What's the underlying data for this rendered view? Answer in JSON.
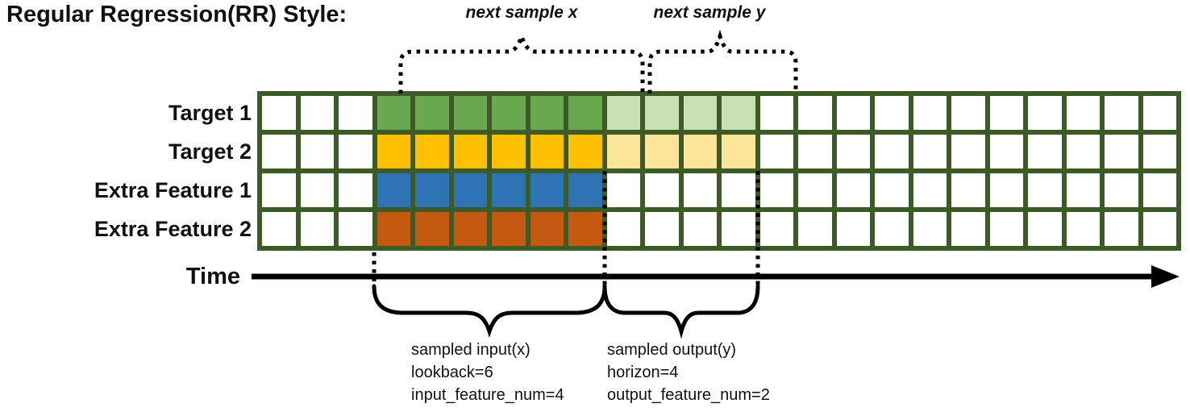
{
  "title": "Regular Regression(RR) Style:",
  "top_annotations": {
    "next_sample_x": "next sample x",
    "next_sample_y": "next sample y"
  },
  "time_axis": {
    "label": "Time"
  },
  "grid": {
    "columns": 24,
    "lead_empty_columns": 3,
    "input_columns": 6,
    "output_columns": 4,
    "border_color": "#3d5b26",
    "empty_cell_color": "#ffffff",
    "rows": [
      {
        "label": "Target 1",
        "type": "target",
        "input_color": "#6aa84f",
        "output_color": "#c8e0b4"
      },
      {
        "label": "Target 2",
        "type": "target",
        "input_color": "#ffc000",
        "output_color": "#ffe599"
      },
      {
        "label": "Extra Feature 1",
        "type": "extra",
        "input_color": "#2e74b5",
        "output_color": "#ffffff"
      },
      {
        "label": "Extra Feature 2",
        "type": "extra",
        "input_color": "#c45911",
        "output_color": "#ffffff"
      }
    ]
  },
  "bottom_annotations": {
    "input": {
      "lines": [
        "sampled input(x)",
        "lookback=6",
        "input_feature_num=4"
      ]
    },
    "output": {
      "lines": [
        "sampled output(y)",
        "horizon=4",
        "output_feature_num=2"
      ]
    }
  }
}
